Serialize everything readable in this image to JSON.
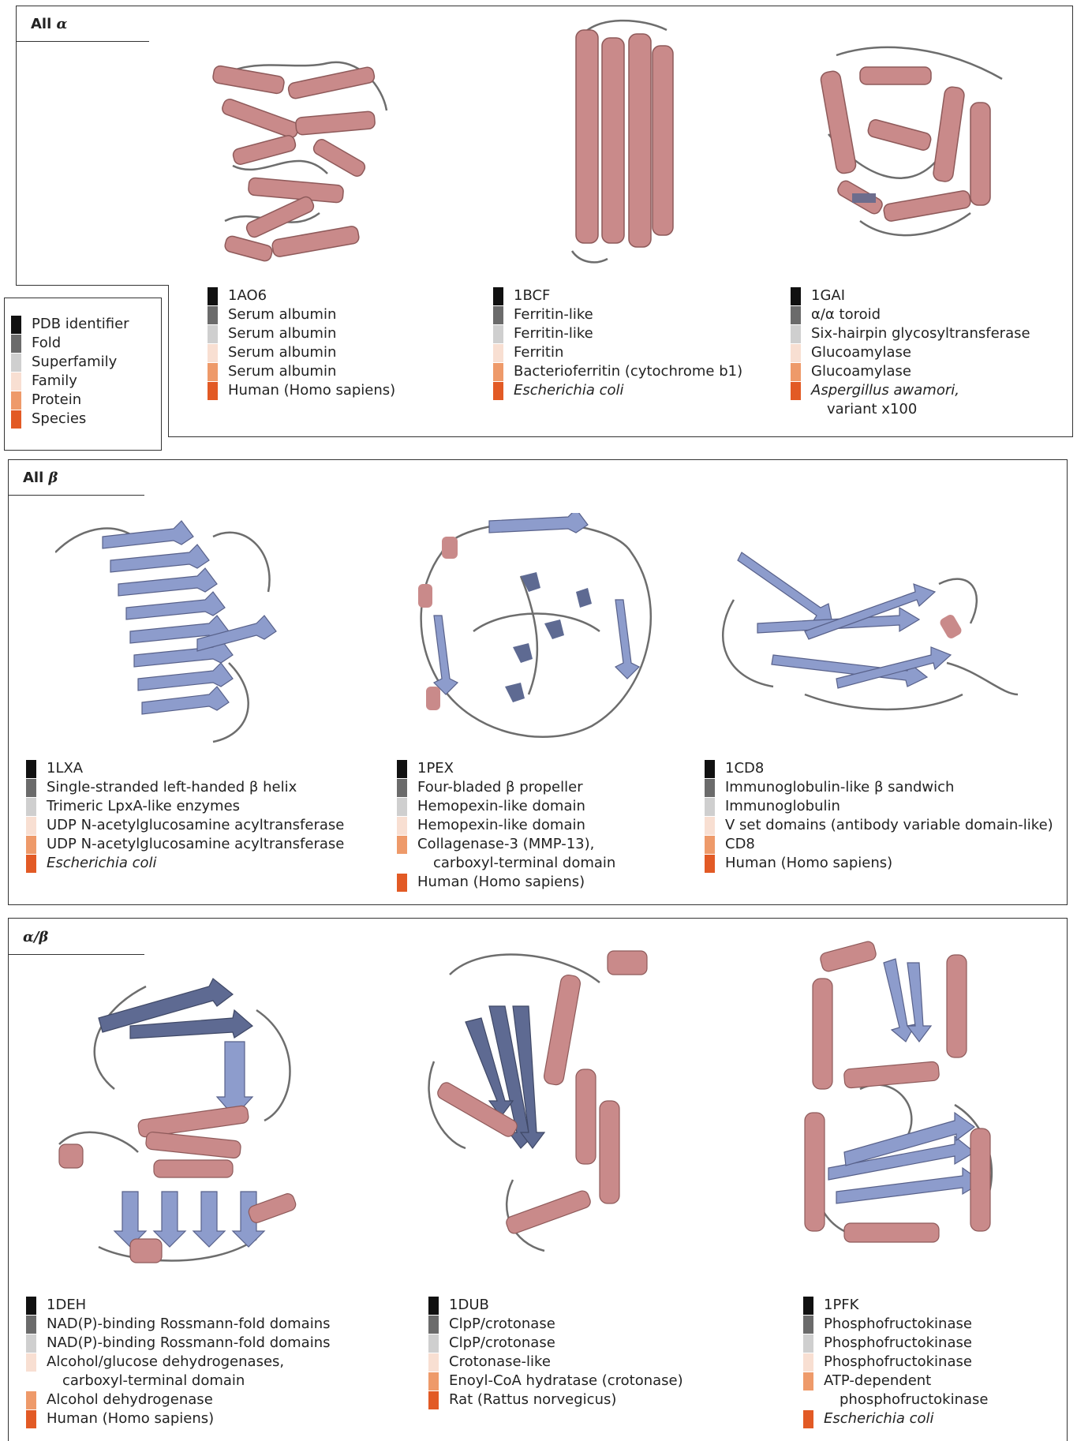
{
  "legend": [
    {
      "label": "PDB identifier",
      "color": "#111111"
    },
    {
      "label": "Fold",
      "color": "#6b6b6b"
    },
    {
      "label": "Superfamily",
      "color": "#cfcfcf"
    },
    {
      "label": "Family",
      "color": "#f8dfd2"
    },
    {
      "label": "Protein",
      "color": "#ee9a6a"
    },
    {
      "label": "Species",
      "color": "#e25a25"
    }
  ],
  "panels": [
    {
      "title_prefix": "All ",
      "title_symbol": "α",
      "entries": [
        {
          "pdb": "1AO6",
          "fold": "Serum albumin",
          "superfamily": "Serum albumin",
          "family": "Serum albumin",
          "protein": "Serum albumin",
          "species": "Human (Homo sapiens)"
        },
        {
          "pdb": "1BCF",
          "fold": "Ferritin-like",
          "superfamily": "Ferritin-like",
          "family": "Ferritin",
          "protein": "Bacterioferritin (cytochrome b1)",
          "species": "Escherichia coli"
        },
        {
          "pdb": "1GAI",
          "fold": "α/α toroid",
          "superfamily": "Six-hairpin glycosyltransferase",
          "family": "Glucoamylase",
          "protein": "Glucoamylase",
          "species": "Aspergillus awamori,",
          "species_2": "variant x100"
        }
      ]
    },
    {
      "title_prefix": "All ",
      "title_symbol": "β",
      "entries": [
        {
          "pdb": "1LXA",
          "fold": "Single-stranded left-handed β helix",
          "superfamily": "Trimeric LpxA-like enzymes",
          "family": "UDP N-acetylglucosamine acyltransferase",
          "protein": "UDP N-acetylglucosamine acyltransferase",
          "species": "Escherichia coli"
        },
        {
          "pdb": "1PEX",
          "fold": "Four-bladed β propeller",
          "superfamily": "Hemopexin-like domain",
          "family": "Hemopexin-like domain",
          "protein": "Collagenase-3 (MMP-13),",
          "protein_2": "carboxyl-terminal domain",
          "species": "Human (Homo sapiens)"
        },
        {
          "pdb": "1CD8",
          "fold": "Immunoglobulin-like β sandwich",
          "superfamily": "Immunoglobulin",
          "family": "V set domains (antibody variable domain-like)",
          "protein": "CD8",
          "species": "Human (Homo sapiens)"
        }
      ]
    },
    {
      "title_prefix": "",
      "title_symbol": "α/β",
      "entries": [
        {
          "pdb": "1DEH",
          "fold": "NAD(P)-binding Rossmann-fold domains",
          "superfamily": "NAD(P)-binding Rossmann-fold domains",
          "family": "Alcohol/glucose dehydrogenases,",
          "family_2": "carboxyl-terminal domain",
          "protein": "Alcohol dehydrogenase",
          "species": "Human (Homo sapiens)"
        },
        {
          "pdb": "1DUB",
          "fold": "ClpP/crotonase",
          "superfamily": "ClpP/crotonase",
          "family": "Crotonase-like",
          "protein": "Enoyl-CoA hydratase (crotonase)",
          "species": "Rat (Rattus norvegicus)"
        },
        {
          "pdb": "1PFK",
          "fold": "Phosphofructokinase",
          "superfamily": "Phosphofructokinase",
          "family": "Phosphofructokinase",
          "protein": "ATP-dependent",
          "protein_2": "phosphofructokinase",
          "species": "Escherichia coli"
        }
      ]
    }
  ],
  "colors": {
    "helix": "#c98a8a",
    "strand": "#8d9ccc",
    "coil": "#6d6d6d"
  }
}
